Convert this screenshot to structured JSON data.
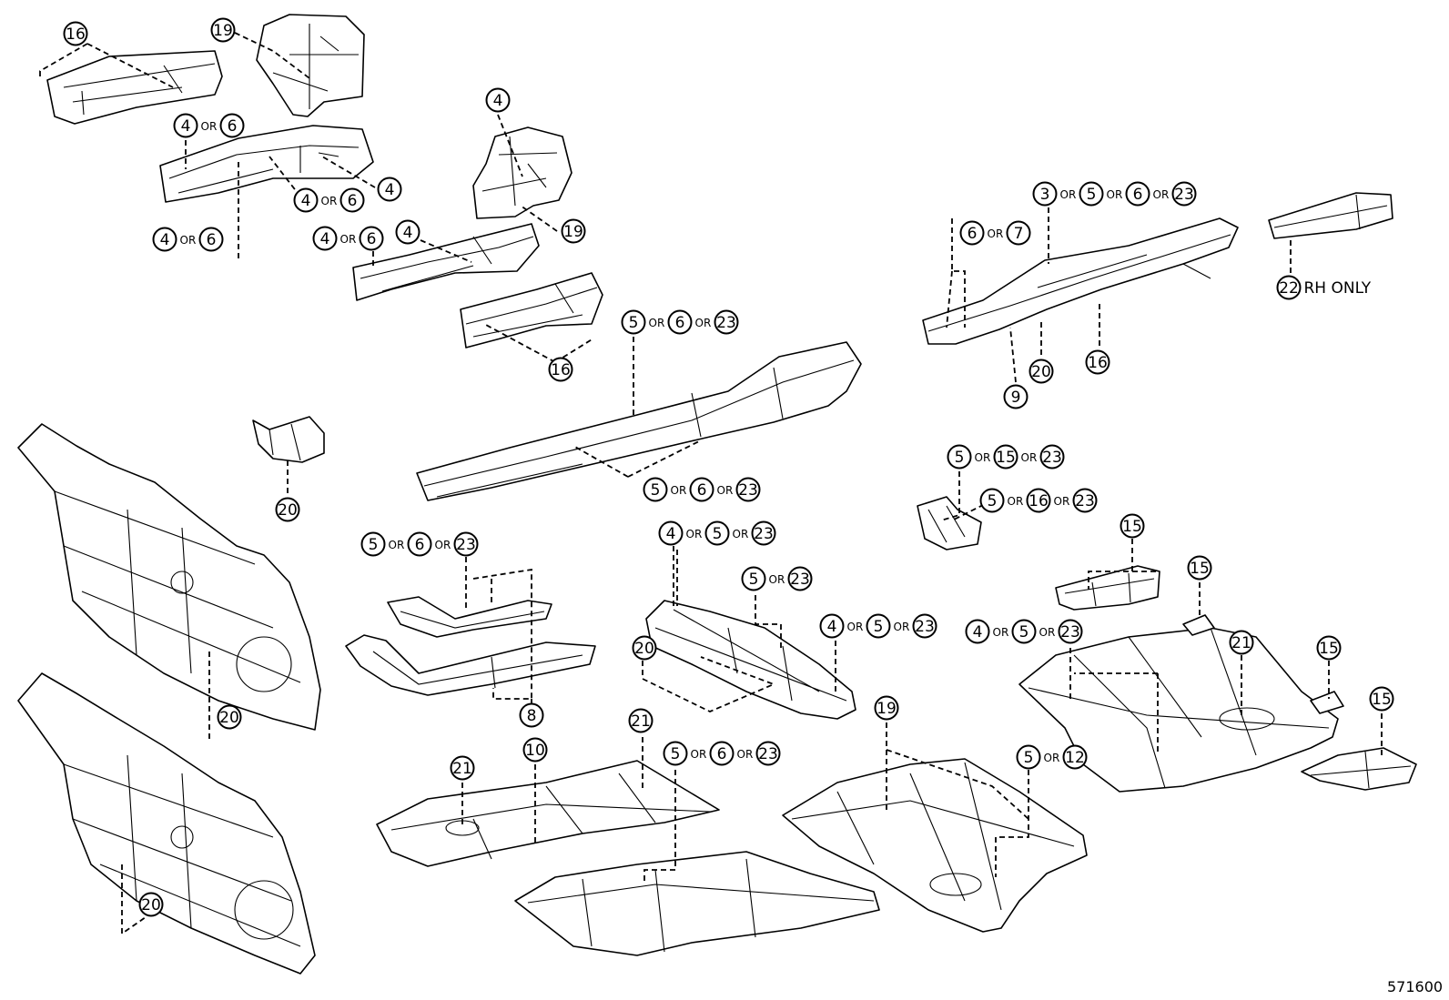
{
  "diagram_id": "571600",
  "or_text": "OR",
  "callouts": [
    {
      "id": "c16a",
      "items": [
        "16"
      ]
    },
    {
      "id": "c19a",
      "items": [
        "19"
      ]
    },
    {
      "id": "c4or6a",
      "items": [
        "4",
        "6"
      ]
    },
    {
      "id": "c4a",
      "items": [
        "4"
      ]
    },
    {
      "id": "c4or6b",
      "items": [
        "4",
        "6"
      ]
    },
    {
      "id": "c4or6c",
      "items": [
        "4",
        "6"
      ]
    },
    {
      "id": "c4or6d",
      "items": [
        "4",
        "6"
      ]
    },
    {
      "id": "c4b",
      "items": [
        "4"
      ]
    },
    {
      "id": "c4c",
      "items": [
        "4"
      ]
    },
    {
      "id": "c19b",
      "items": [
        "19"
      ]
    },
    {
      "id": "c16b",
      "items": [
        "16"
      ]
    },
    {
      "id": "c5or6or23a",
      "items": [
        "5",
        "6",
        "23"
      ]
    },
    {
      "id": "c5or6or23b",
      "items": [
        "5",
        "6",
        "23"
      ]
    },
    {
      "id": "c3or5or6or23",
      "items": [
        "3",
        "5",
        "6",
        "23"
      ]
    },
    {
      "id": "c6or7",
      "items": [
        "6",
        "7"
      ]
    },
    {
      "id": "c22",
      "items": [
        "22"
      ],
      "note": "RH ONLY"
    },
    {
      "id": "c9",
      "items": [
        "9"
      ]
    },
    {
      "id": "c20a",
      "items": [
        "20"
      ]
    },
    {
      "id": "c16c",
      "items": [
        "16"
      ]
    },
    {
      "id": "c20b",
      "items": [
        "20"
      ]
    },
    {
      "id": "c5or15or23",
      "items": [
        "5",
        "15",
        "23"
      ]
    },
    {
      "id": "c5or16or23",
      "items": [
        "5",
        "16",
        "23"
      ]
    },
    {
      "id": "c5or6or23c",
      "items": [
        "5",
        "6",
        "23"
      ]
    },
    {
      "id": "c4or5or23a",
      "items": [
        "4",
        "5",
        "23"
      ]
    },
    {
      "id": "c5or23",
      "items": [
        "5",
        "23"
      ]
    },
    {
      "id": "c4or5or23b",
      "items": [
        "4",
        "5",
        "23"
      ]
    },
    {
      "id": "c4or5or23c",
      "items": [
        "4",
        "5",
        "23"
      ]
    },
    {
      "id": "c15a",
      "items": [
        "15"
      ]
    },
    {
      "id": "c15b",
      "items": [
        "15"
      ]
    },
    {
      "id": "c21a",
      "items": [
        "21"
      ]
    },
    {
      "id": "c15c",
      "items": [
        "15"
      ]
    },
    {
      "id": "c15d",
      "items": [
        "15"
      ]
    },
    {
      "id": "c20c",
      "items": [
        "20"
      ]
    },
    {
      "id": "c8",
      "items": [
        "8"
      ]
    },
    {
      "id": "c20d",
      "items": [
        "20"
      ]
    },
    {
      "id": "c21b",
      "items": [
        "21"
      ]
    },
    {
      "id": "c21c",
      "items": [
        "21"
      ]
    },
    {
      "id": "c10",
      "items": [
        "10"
      ]
    },
    {
      "id": "c5or6or23d",
      "items": [
        "5",
        "6",
        "23"
      ]
    },
    {
      "id": "c19c",
      "items": [
        "19"
      ]
    },
    {
      "id": "c5or12",
      "items": [
        "5",
        "12"
      ]
    },
    {
      "id": "c20e",
      "items": [
        "20"
      ]
    }
  ]
}
